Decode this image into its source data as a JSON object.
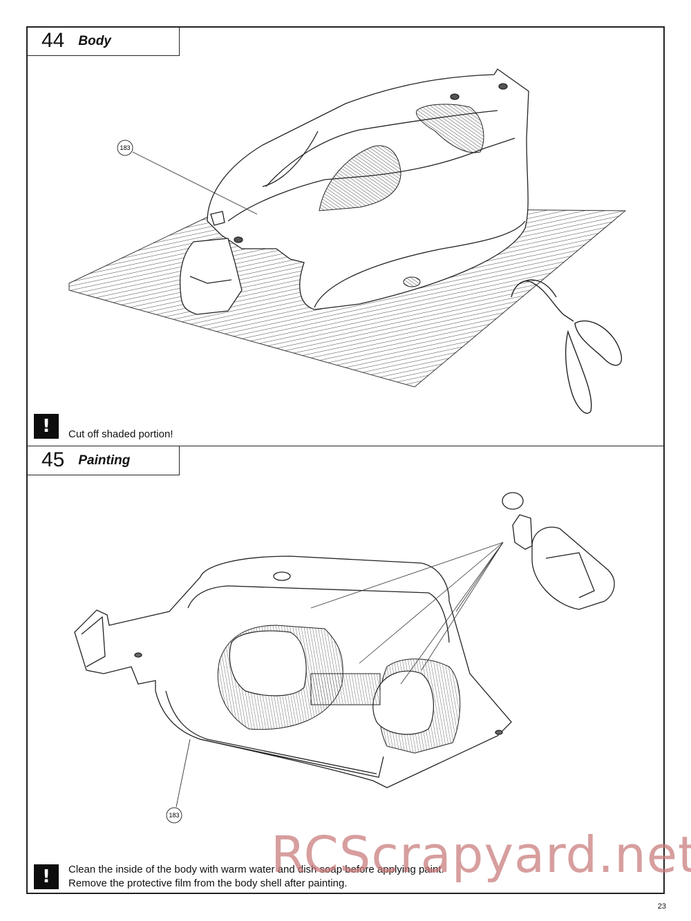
{
  "page": {
    "number": "23"
  },
  "steps": [
    {
      "number": "44",
      "title": "Body",
      "note_lines": [
        "Cut off shaded portion!"
      ],
      "part_callout": "183"
    },
    {
      "number": "45",
      "title": "Painting",
      "note_lines": [
        "Clean the inside of the body with warm water and dish soap before applying paint.",
        "Remove the protective film from the body shell after painting."
      ],
      "part_callout": "183"
    }
  ],
  "warning_symbol": "!",
  "icons": {
    "warning": "exclamation-icon",
    "scissors": "curved-scissors-icon",
    "spray": "spray-bottle-icon"
  },
  "watermark": "RCScrapyard.net",
  "colors": {
    "line": "#222222",
    "watermark": "#c87878",
    "warning_bg": "#0d0d0d"
  }
}
